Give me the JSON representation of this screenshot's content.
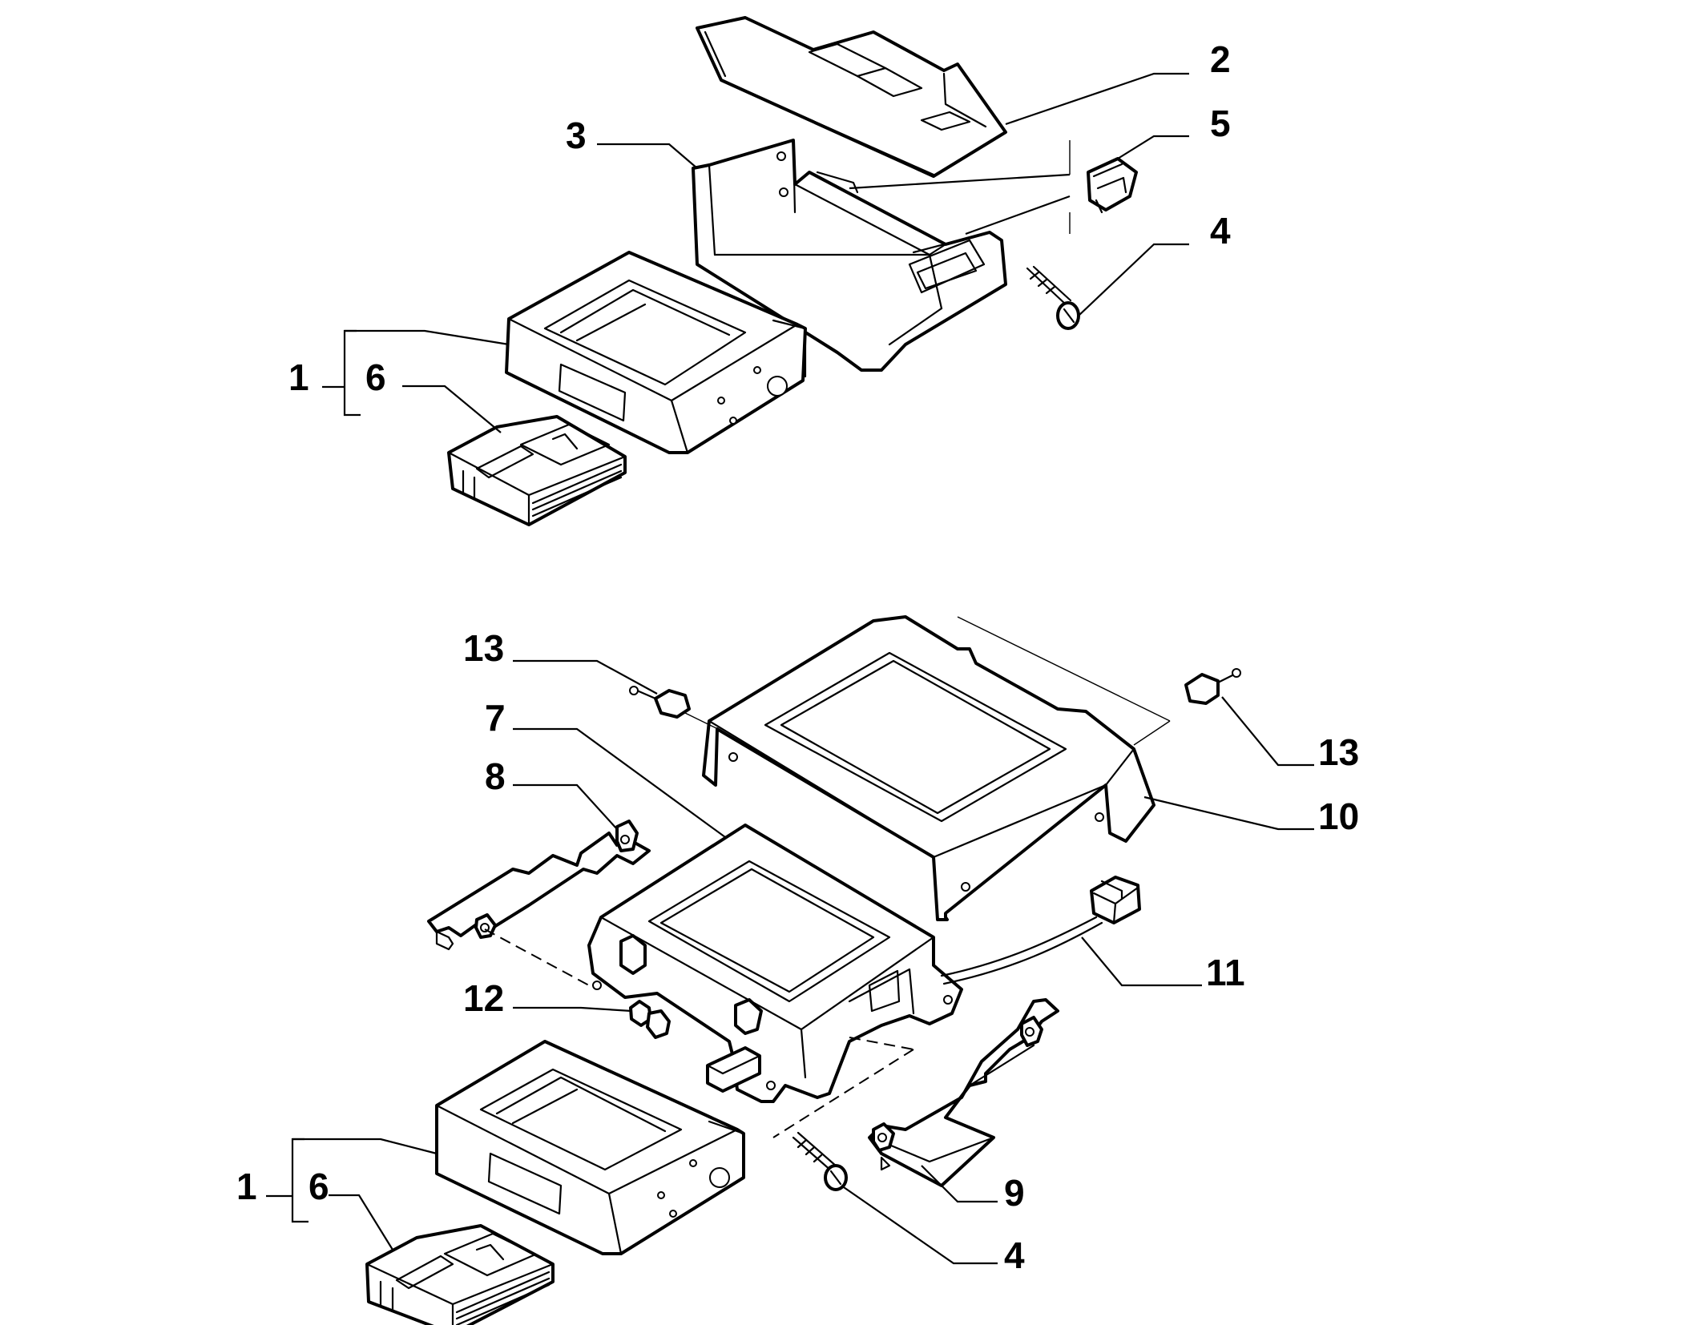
{
  "labels": {
    "top": {
      "p1": "1",
      "p2": "2",
      "p3": "3",
      "p4": "4",
      "p5": "5",
      "p6": "6"
    },
    "bottom": {
      "p1": "1",
      "p4": "4",
      "p6": "6",
      "p7": "7",
      "p8": "8",
      "p9": "9",
      "p10": "10",
      "p11": "11",
      "p12": "12",
      "p13_left": "13",
      "p13_right": "13"
    }
  },
  "colors": {
    "ink": "#000000",
    "paper": "#ffffff",
    "shade": "#e6e6e6"
  }
}
